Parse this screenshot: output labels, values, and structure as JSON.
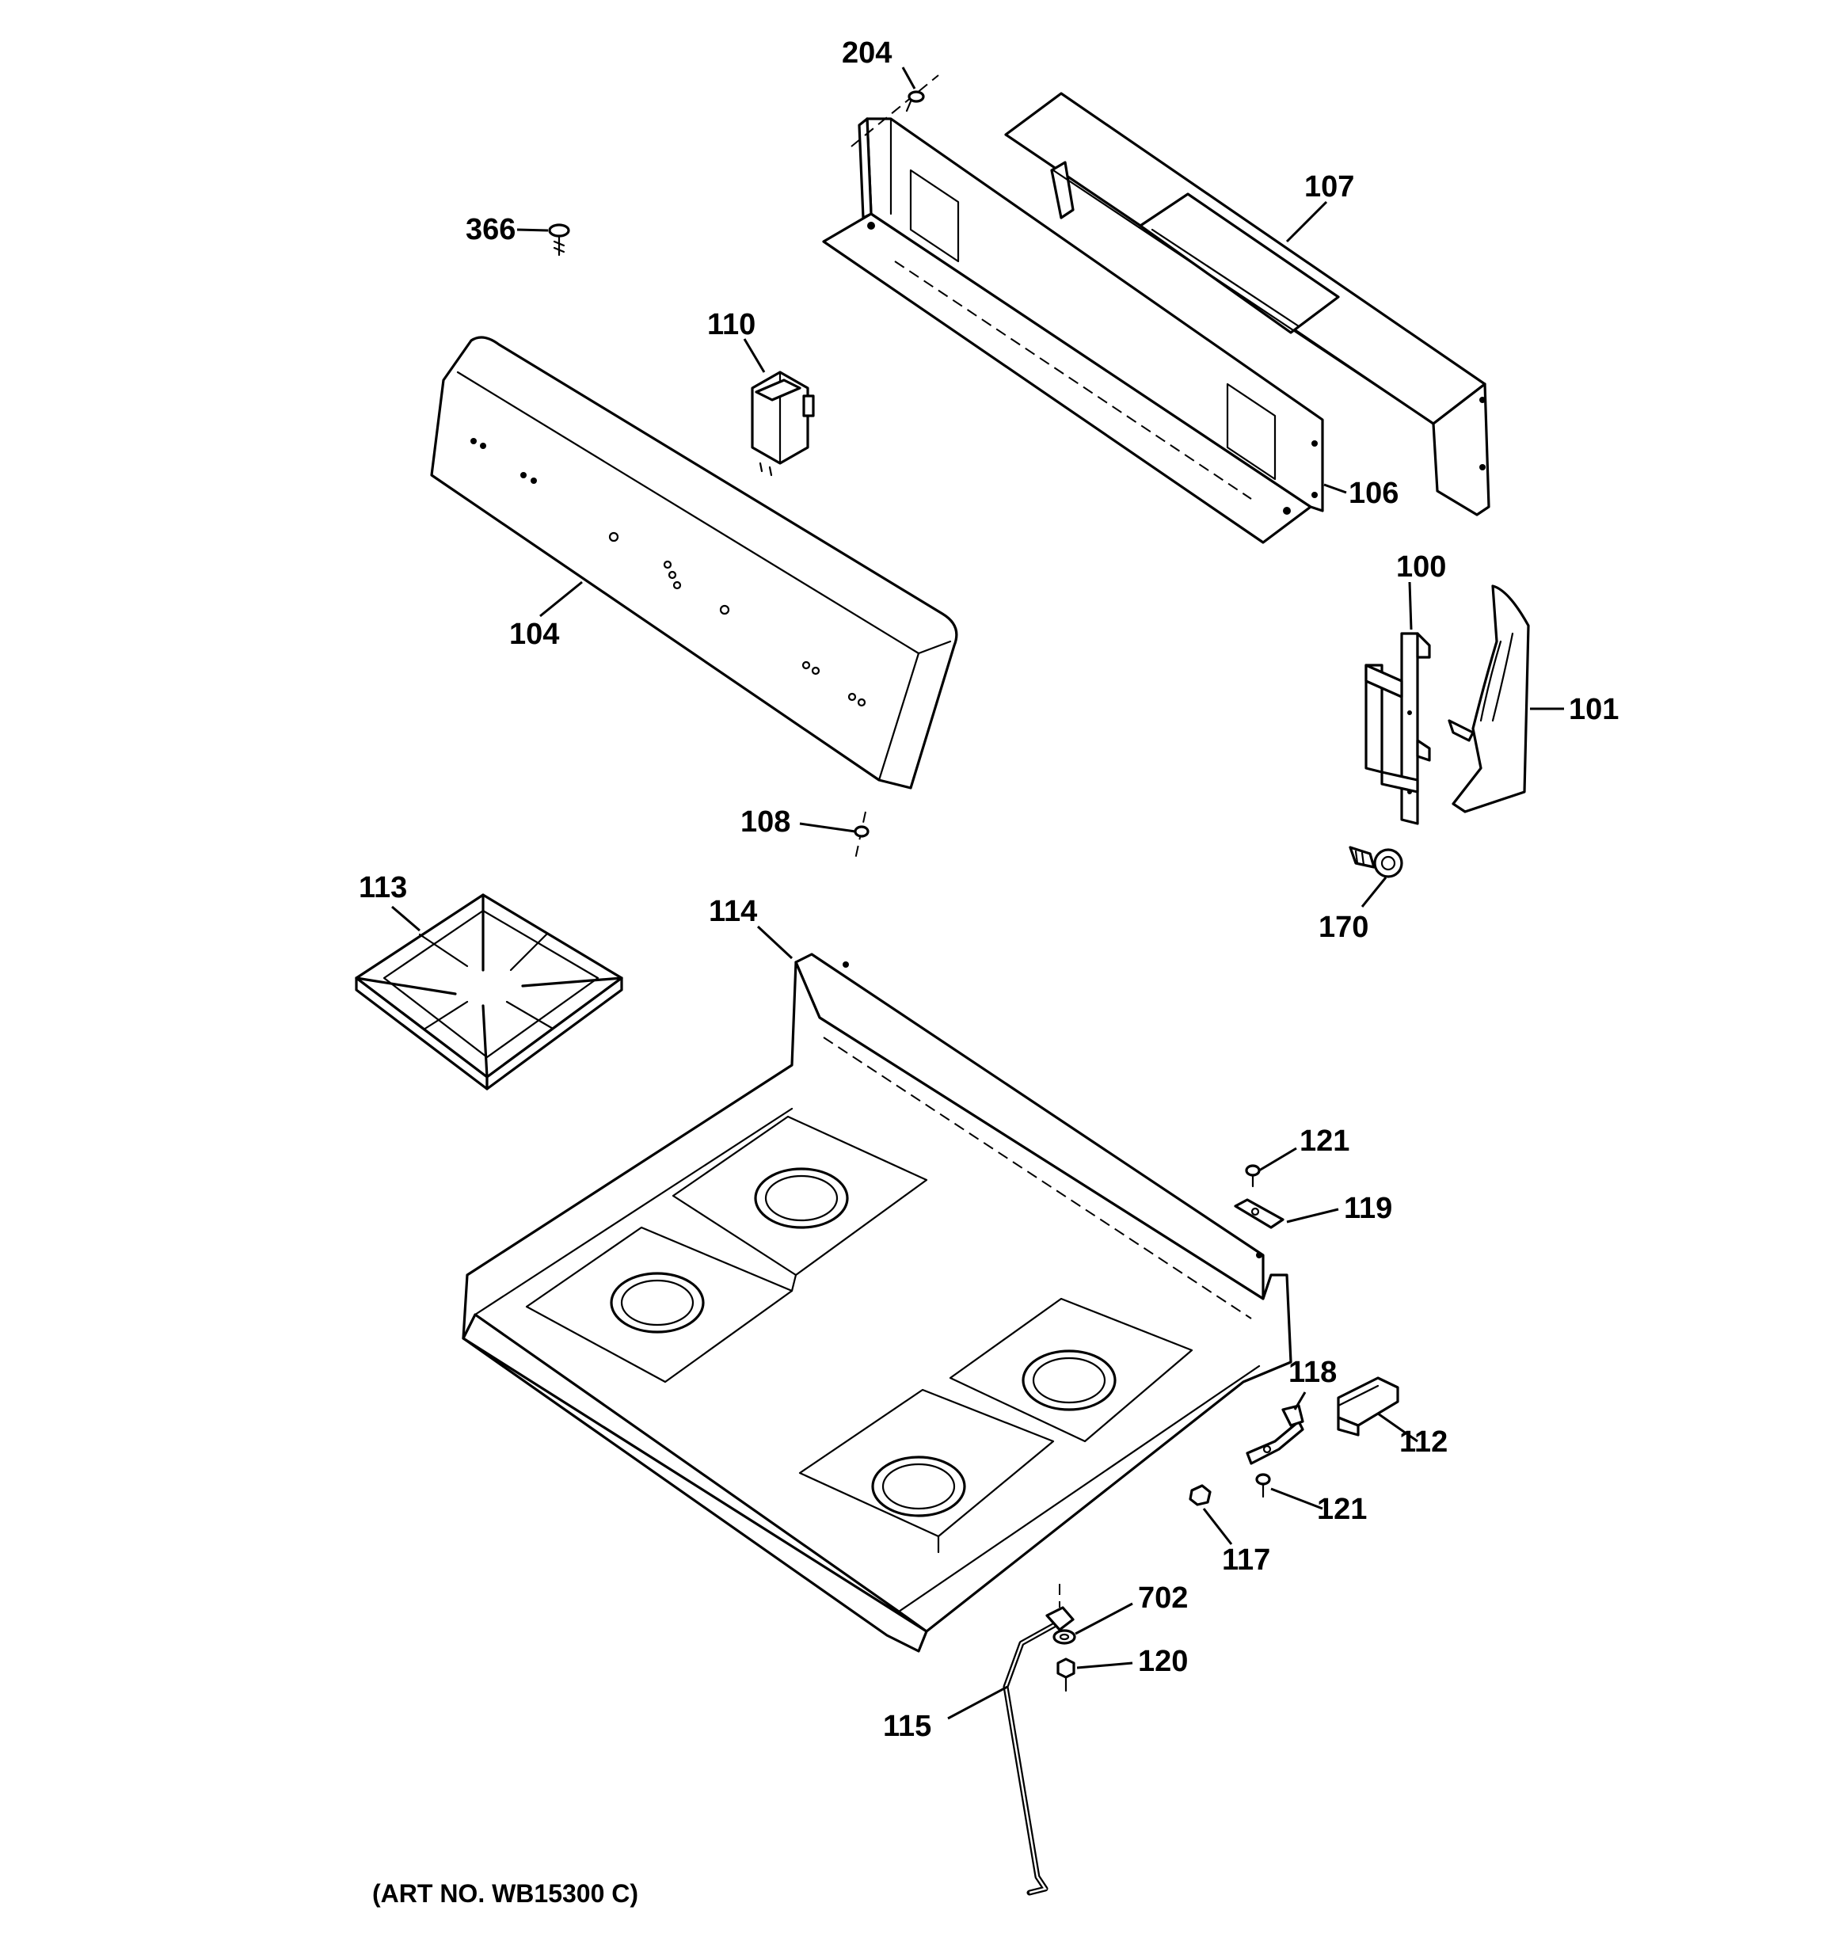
{
  "diagram": {
    "art_number": "(ART NO. WB15300 C)",
    "callouts": {
      "c204": "204",
      "c107": "107",
      "c366": "366",
      "c110": "110",
      "c106": "106",
      "c104": "104",
      "c100": "100",
      "c101": "101",
      "c108": "108",
      "c170": "170",
      "c113": "113",
      "c114": "114",
      "c121a": "121",
      "c119": "119",
      "c118": "118",
      "c112": "112",
      "c121b": "121",
      "c117": "117",
      "c702": "702",
      "c120": "120",
      "c115": "115"
    }
  }
}
